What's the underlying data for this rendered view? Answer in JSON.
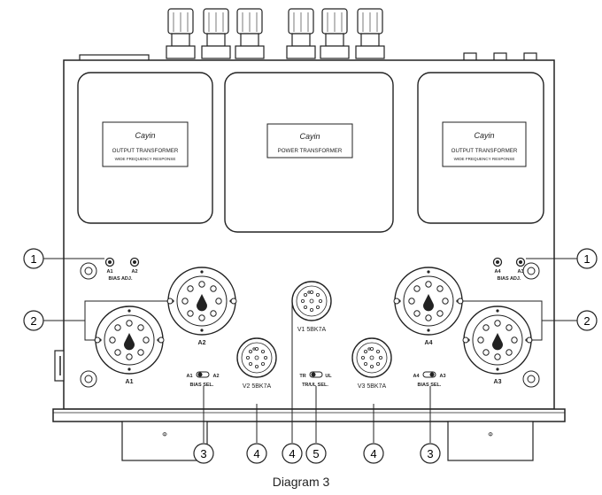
{
  "caption": "Diagram 3",
  "transformers": {
    "left_title": "OUTPUT TRANSFORMER",
    "left_subtitle": "WIDE FREQUENCY RESPONSE",
    "center_title": "POWER TRANSFORMER",
    "right_title": "OUTPUT TRANSFORMER",
    "right_subtitle": "WIDE FREQUENCY RESPONSE",
    "logo": "Cayin"
  },
  "bias_left": {
    "a1": "A1",
    "a2": "A2",
    "label": "BIAS ADJ."
  },
  "bias_right": {
    "a4": "A4",
    "a3": "A3",
    "label": "BIAS ADJ."
  },
  "tubes": {
    "a1": "A1",
    "a2": "A2",
    "a3": "A3",
    "a4": "A4",
    "v1": "V1 5BK7A",
    "v2": "V2 5BK7A",
    "v3": "V3 5BK7A"
  },
  "switches": {
    "bias_sel_left": {
      "l": "A1",
      "r": "A2",
      "label": "BIAS SEL."
    },
    "tr_ul": {
      "l": "TR",
      "r": "UL",
      "label": "TR/UL SEL."
    },
    "bias_sel_right": {
      "l": "A4",
      "r": "A3",
      "label": "BIAS SEL."
    }
  },
  "feet_mark": "Φ",
  "callouts": [
    "1",
    "1",
    "2",
    "2",
    "3",
    "4",
    "4",
    "5",
    "4",
    "3"
  ]
}
